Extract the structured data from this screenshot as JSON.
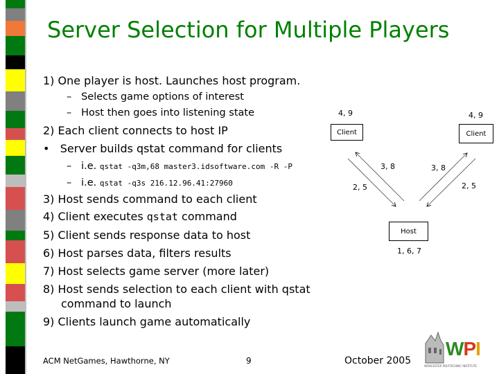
{
  "slide": {
    "title": "Server Selection for Multiple Players",
    "items": [
      {
        "text": "1) One player is host.  Launches host program."
      },
      {
        "sub": [
          "Selects game options of interest",
          "Host then goes into listening state"
        ]
      },
      {
        "text": "2) Each client connects to host IP"
      },
      {
        "bullet": "Server builds qstat command for clients"
      },
      {
        "examples": [
          {
            "prefix": "i.e.",
            "code": "qstat -q3m,68 master3.idsoftware.com -R -P"
          },
          {
            "prefix": "i.e.",
            "code": "qstat -q3s 216.12.96.41:27960"
          }
        ]
      },
      {
        "text": "3) Host sends command to each client"
      },
      {
        "text_before": "4) Client executes ",
        "code": "qstat",
        "text_after": " command"
      },
      {
        "text": "5) Client sends response data to host"
      },
      {
        "text": "6) Host parses data, filters results"
      },
      {
        "text": "7) Host selects game server  (more later)"
      },
      {
        "text": "8) Host sends selection to each client with qstat"
      },
      {
        "text": "command to launch"
      },
      {
        "text": "9) Clients launch game automatically"
      }
    ],
    "diagram": {
      "client_left": "Client",
      "client_right": "Client",
      "host": "Host",
      "client_left_steps": "4, 9",
      "client_right_steps": "4, 9",
      "host_steps": "1, 6, 7",
      "left_up": "3, 8",
      "left_down": "2, 5",
      "right_up": "3, 8",
      "right_down": "2, 5"
    },
    "footer": {
      "left": "ACM NetGames, Hawthorne, NY",
      "page": "9",
      "date": "October 2005",
      "logo_text": "WPI",
      "logo_subtext": "WORCESTER POLYTECHNIC INSTITUTE"
    },
    "colors": {
      "title": "#008000",
      "wpi_w": "#2e8b22",
      "wpi_p": "#d23a1e",
      "wpi_i": "#e8a000"
    }
  }
}
